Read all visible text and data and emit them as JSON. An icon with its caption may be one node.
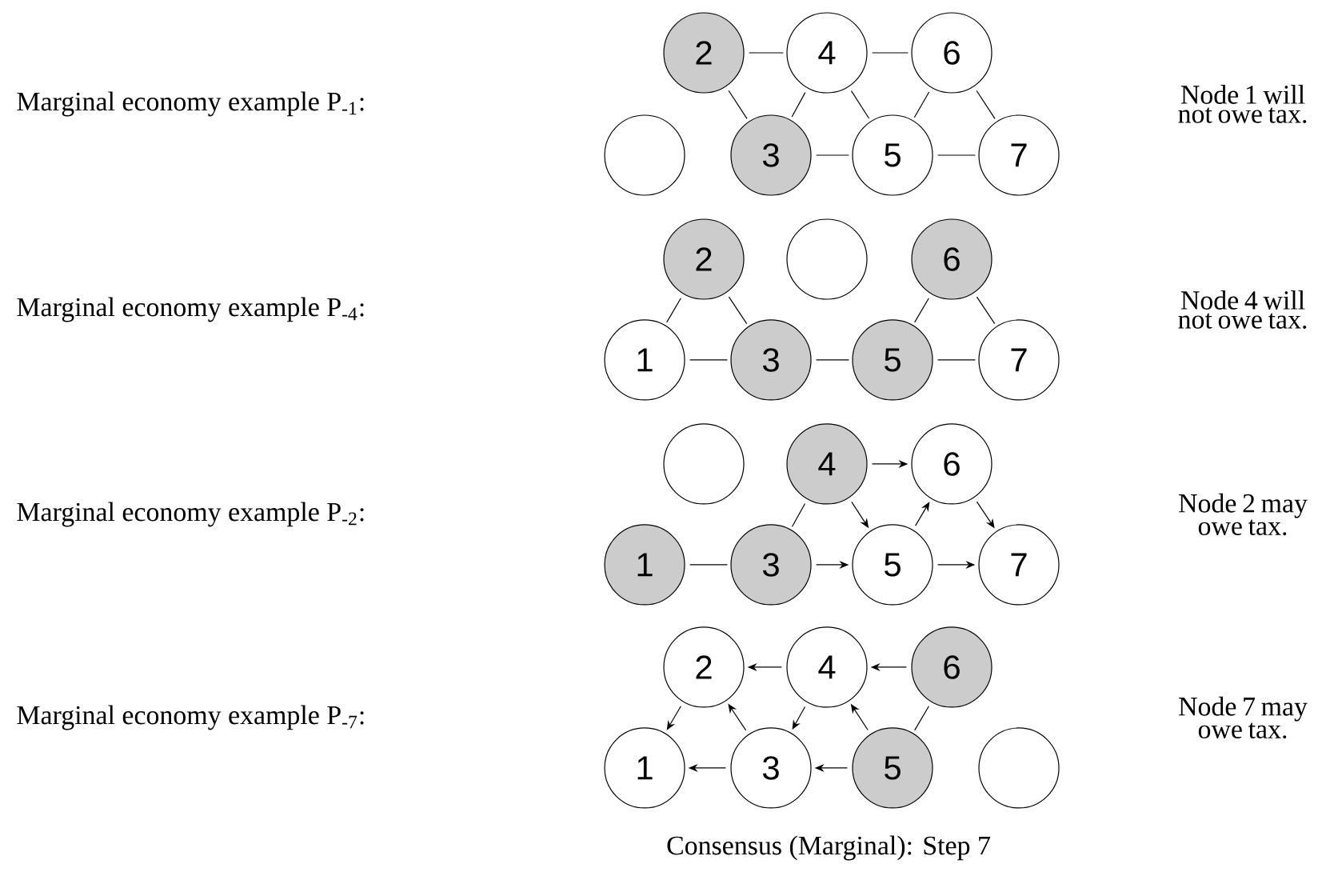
{
  "diagram": {
    "caption": "Consensus (Marginal): Step 7",
    "nodes": [
      {
        "text": [],
        "shape": "circle"
      },
      {
        "text": [
          "2"
        ]
      },
      {
        "text": [
          "3"
        ]
      },
      {
        "text": [
          "4"
        ]
      },
      {
        "text": [
          "5"
        ]
      },
      {
        "text": [
          "6"
        ]
      },
      {
        "text": [
          "7"
        ]
      },
      {
        "text": [
          "1"
        ]
      },
      {
        "text": [
          "2"
        ]
      },
      {
        "text": [
          "3"
        ]
      },
      {
        "text": [],
        "shape": "circle"
      },
      {
        "text": [
          "5"
        ]
      },
      {
        "text": [
          "6"
        ]
      },
      {
        "text": [
          "7"
        ]
      },
      {
        "text": [
          "1"
        ]
      },
      {
        "text": [],
        "shape": "circle"
      },
      {
        "text": [
          "3"
        ]
      },
      {
        "text": [
          "4"
        ]
      },
      {
        "text": [
          "5"
        ]
      },
      {
        "text": [
          "6"
        ]
      },
      {
        "text": [
          "7"
        ]
      },
      {
        "text": [
          "1"
        ]
      },
      {
        "text": [
          "2"
        ]
      },
      {
        "text": [
          "3"
        ]
      },
      {
        "text": [
          "4"
        ]
      },
      {
        "text": [
          "5"
        ]
      },
      {
        "text": [
          "6"
        ]
      },
      {
        "text": [],
        "shape": "circle"
      }
    ],
    "edges": [
      {
        "from": 1,
        "to": 3,
        "arrow": "none"
      },
      {
        "from": 3,
        "to": 5,
        "arrow": "none"
      },
      {
        "from": 1,
        "to": 2,
        "arrow": "none"
      },
      {
        "from": 3,
        "to": 2,
        "arrow": "none"
      },
      {
        "from": 3,
        "to": 4,
        "arrow": "none"
      },
      {
        "from": 5,
        "to": 4,
        "arrow": "none"
      },
      {
        "from": 5,
        "to": 6,
        "arrow": "none"
      },
      {
        "from": 2,
        "to": 4,
        "arrow": "none"
      },
      {
        "from": 4,
        "to": 6,
        "arrow": "none"
      },
      {
        "from": 8,
        "to": 7,
        "arrow": "none"
      },
      {
        "from": 8,
        "to": 9,
        "arrow": "none"
      },
      {
        "from": 12,
        "to": 11,
        "arrow": "none"
      },
      {
        "from": 12,
        "to": 13,
        "arrow": "none"
      },
      {
        "from": 7,
        "to": 9,
        "arrow": "none"
      },
      {
        "from": 9,
        "to": 11,
        "arrow": "none"
      },
      {
        "from": 11,
        "to": 13,
        "arrow": "none"
      },
      {
        "from": 17,
        "to": 19,
        "arrow": "to"
      },
      {
        "from": 17,
        "to": 16,
        "arrow": "none"
      },
      {
        "from": 17,
        "to": 18,
        "arrow": "to"
      },
      {
        "from": 18,
        "to": 19,
        "arrow": "to"
      },
      {
        "from": 19,
        "to": 20,
        "arrow": "to"
      },
      {
        "from": 14,
        "to": 16,
        "arrow": "none"
      },
      {
        "from": 16,
        "to": 18,
        "arrow": "to"
      },
      {
        "from": 18,
        "to": 20,
        "arrow": "to"
      },
      {
        "from": 24,
        "to": 22,
        "arrow": "to"
      },
      {
        "from": 26,
        "to": 24,
        "arrow": "to"
      },
      {
        "from": 22,
        "to": 21,
        "arrow": "to"
      },
      {
        "from": 23,
        "to": 22,
        "arrow": "to"
      },
      {
        "from": 24,
        "to": 23,
        "arrow": "to"
      },
      {
        "from": 25,
        "to": 24,
        "arrow": "to"
      },
      {
        "from": 26,
        "to": 25,
        "arrow": "none"
      },
      {
        "from": 23,
        "to": 21,
        "arrow": "to"
      },
      {
        "from": 25,
        "to": 23,
        "arrow": "to"
      }
    ],
    "labels": [
      "Marginal economy example P$_{-1}$:",
      "Node 1 will not owe tax.",
      "Marginal economy example P$_{-4}$:",
      "Node 4 will not owe tax.",
      "Marginal economy example P$_{-2}$:",
      "Node 2 may owe tax.",
      "Marginal economy example P$_{-7}$:",
      "Node 7 may owe tax."
    ]
  }
}
